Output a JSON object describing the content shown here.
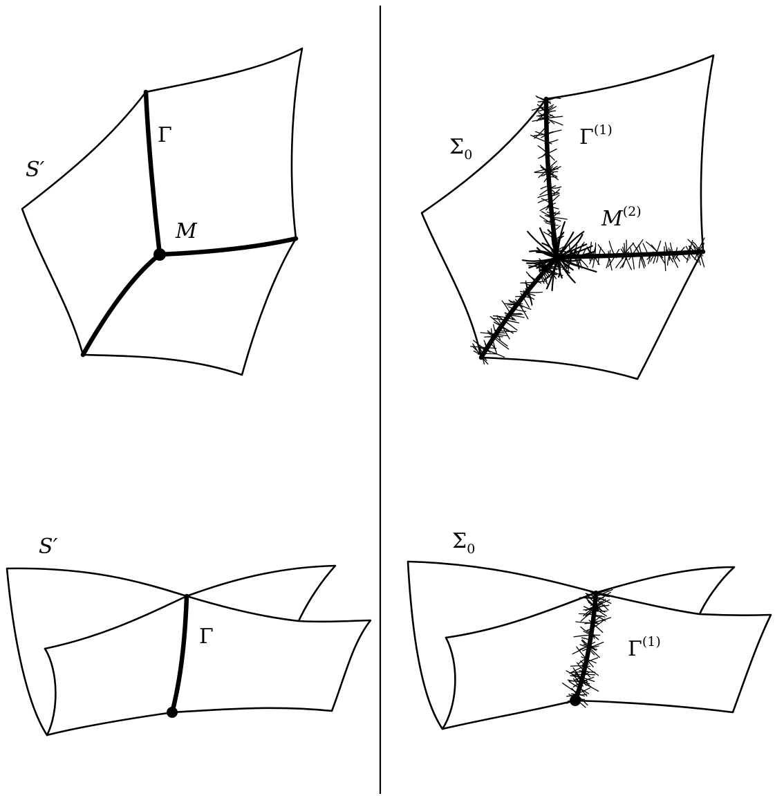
{
  "labels": {
    "surface": "S",
    "surface_prime": "′",
    "curve": "Γ",
    "point": "M",
    "sigma": "Σ",
    "sigma_sub": "0",
    "curve1_sup": "(1)",
    "point2_sup": "(2)"
  },
  "colors": {
    "ink": "#000000",
    "paper": "#ffffff"
  }
}
